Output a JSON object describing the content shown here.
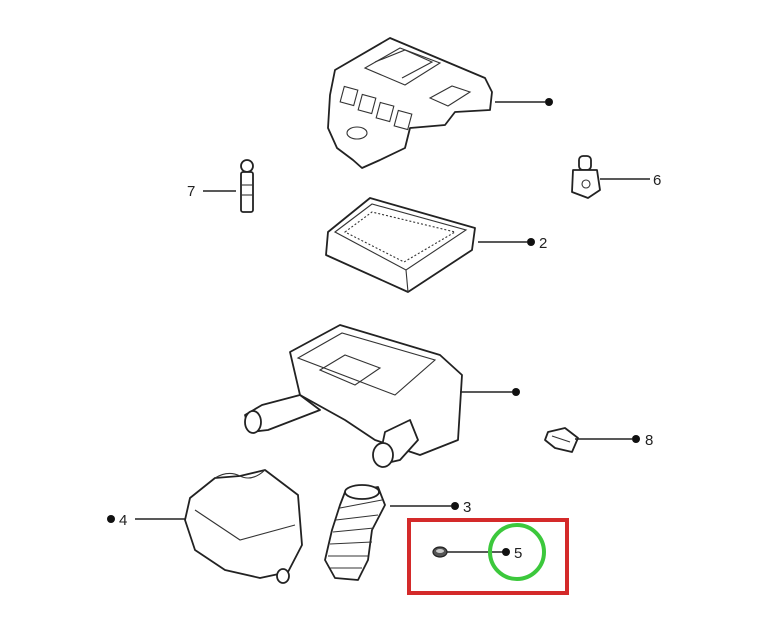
{
  "diagram": {
    "callouts": [
      {
        "id": "engine-cover",
        "label": ""
      },
      {
        "id": "part-7",
        "label": "7"
      },
      {
        "id": "part-6",
        "label": "6"
      },
      {
        "id": "part-2",
        "label": "2"
      },
      {
        "id": "air-box",
        "label": ""
      },
      {
        "id": "part-8",
        "label": "8"
      },
      {
        "id": "part-4",
        "label": "4"
      },
      {
        "id": "part-3",
        "label": "3"
      },
      {
        "id": "part-5",
        "label": "5"
      }
    ],
    "highlight": {
      "box_color": "#d42a2a",
      "circle_color": "#3cc83c",
      "target": "5"
    }
  }
}
